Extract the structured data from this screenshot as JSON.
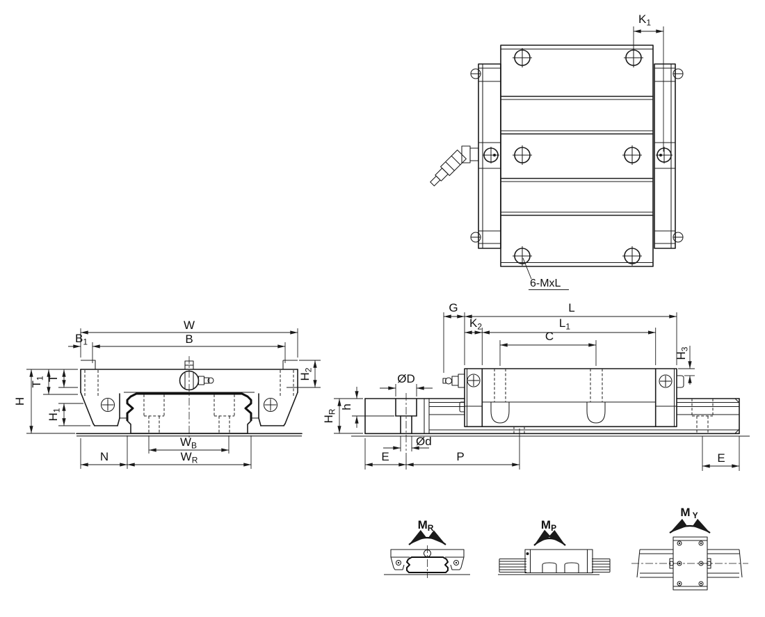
{
  "colors": {
    "line": "#1a1a1a",
    "background": "#ffffff"
  },
  "top_view": {
    "k1": {
      "base": "K",
      "sub": "1"
    },
    "mounting_note": "6-MxL"
  },
  "front_view": {
    "w": "W",
    "b": "B",
    "b1": {
      "base": "B",
      "sub": "1"
    },
    "t1": {
      "base": "T",
      "sub": "1"
    },
    "t": "T",
    "h": "H",
    "h1": {
      "base": "H",
      "sub": "1"
    },
    "h2": {
      "base": "H",
      "sub": "2"
    },
    "wb": {
      "base": "W",
      "sub": "B"
    },
    "wr": {
      "base": "W",
      "sub": "R"
    },
    "n": "N"
  },
  "side_view": {
    "g": "G",
    "l": "L",
    "k2": {
      "base": "K",
      "sub": "2"
    },
    "l1": {
      "base": "L",
      "sub": "1"
    },
    "c": "C",
    "h3": {
      "base": "H",
      "sub": "3"
    },
    "dia_outer": "ØD",
    "counterbore_depth": "h",
    "rail_height": {
      "base": "H",
      "sub": "R"
    },
    "dia_inner": "Ød",
    "e_left": "E",
    "pitch": "P",
    "e_right": "E"
  },
  "moments": {
    "mr": {
      "base": "M",
      "sub": "R"
    },
    "mp": {
      "base": "M",
      "sub": "P"
    },
    "my": {
      "base": "M",
      "sub": "Y"
    }
  }
}
